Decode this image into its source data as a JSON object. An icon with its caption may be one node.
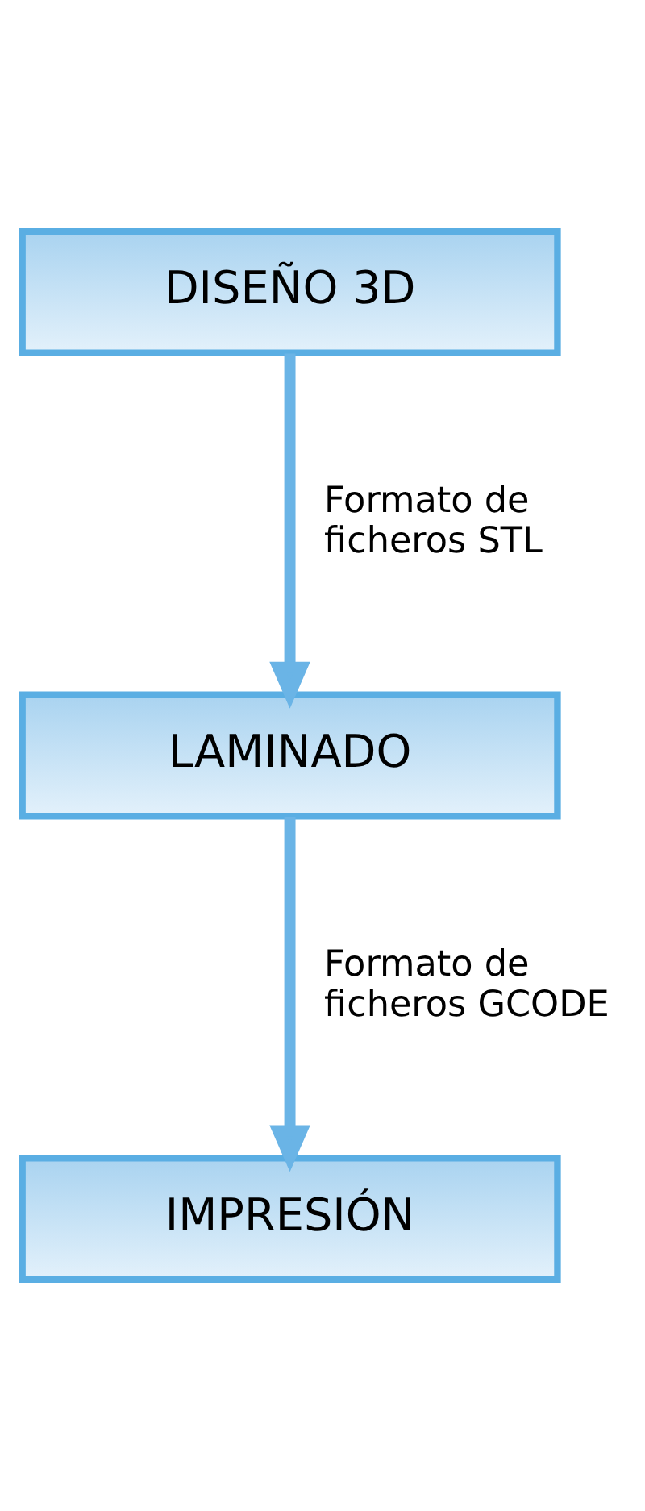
{
  "diagram": {
    "nodes": [
      {
        "text": [
          "DISEÑO 3D"
        ]
      },
      {
        "text": [
          "LAMINADO"
        ]
      },
      {
        "text": [
          "IMPRESIÓN"
        ]
      }
    ],
    "edges": [
      {
        "from": 0,
        "to": 1,
        "arrow": "to",
        "label": "Formato de ficheros STL"
      },
      {
        "from": 1,
        "to": 2,
        "arrow": "to",
        "label": "Formato de ficheros GCODE"
      }
    ]
  }
}
